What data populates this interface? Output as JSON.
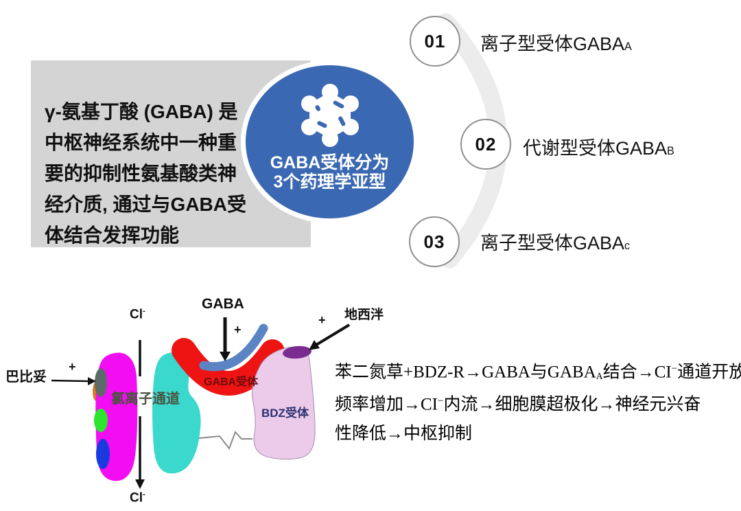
{
  "intro": {
    "lines": [
      "γ-氨基丁酸 (GABA) 是",
      "中枢神经系统中一种重",
      "要的抑制性氨基酸类神",
      "经介质, 通过与GABA受",
      "体结合发挥功能"
    ]
  },
  "hub": {
    "line1": "GABA受体分为",
    "line2": "3个药理学亚型",
    "icon": "molecule-icon",
    "circle_color": "#3a68b2"
  },
  "subtypes": [
    {
      "number": "01",
      "label": "离子型受体GABA",
      "suffix": "A"
    },
    {
      "number": "02",
      "label": "代谢型受体GABA",
      "suffix": "B"
    },
    {
      "number": "03",
      "label": "离子型受体GABA",
      "suffix": "c"
    }
  ],
  "receptor_diagram": {
    "labels": {
      "barbiturate": "巴比妥",
      "plus_barbiturate": "+",
      "cl_top": "Cl",
      "cl_top_sup": "-",
      "chloride_channel": "氯离子通道",
      "gaba": "GABA",
      "plus_gaba": "+",
      "gaba_receptor": "GABA受体",
      "diazepam": "地西泮",
      "plus_diazepam": "+",
      "bdz_receptor": "BDZ受体",
      "cl_bottom": "Cl",
      "cl_bottom_sup": "-"
    },
    "colors": {
      "channel": "#f20df2",
      "membrane": "#3bd8ce",
      "gaba_receptor_shape": "#ee1414",
      "gaba_ligand_band": "#5b84c4",
      "bdz_receptor_shape": "#eccaea",
      "diazepam_site": "#7a2b8f",
      "green_site": "#2ce52c",
      "blue_site": "#1a3ae0",
      "gray_site": "#5d6b68",
      "orange_site": "#d97a28"
    }
  },
  "mechanism": {
    "l1a": "苯二氮草+BDZ-R→GABA与GABA",
    "l1sub": "A",
    "l1b": "结合→CI",
    "l1sup": "−",
    "l1c": "通道开放",
    "l2a": "频率增加→CI",
    "l2sup": "−",
    "l2b": "内流→细胞膜超极化→神经元兴奋",
    "l3": "性降低→中枢抑制"
  }
}
